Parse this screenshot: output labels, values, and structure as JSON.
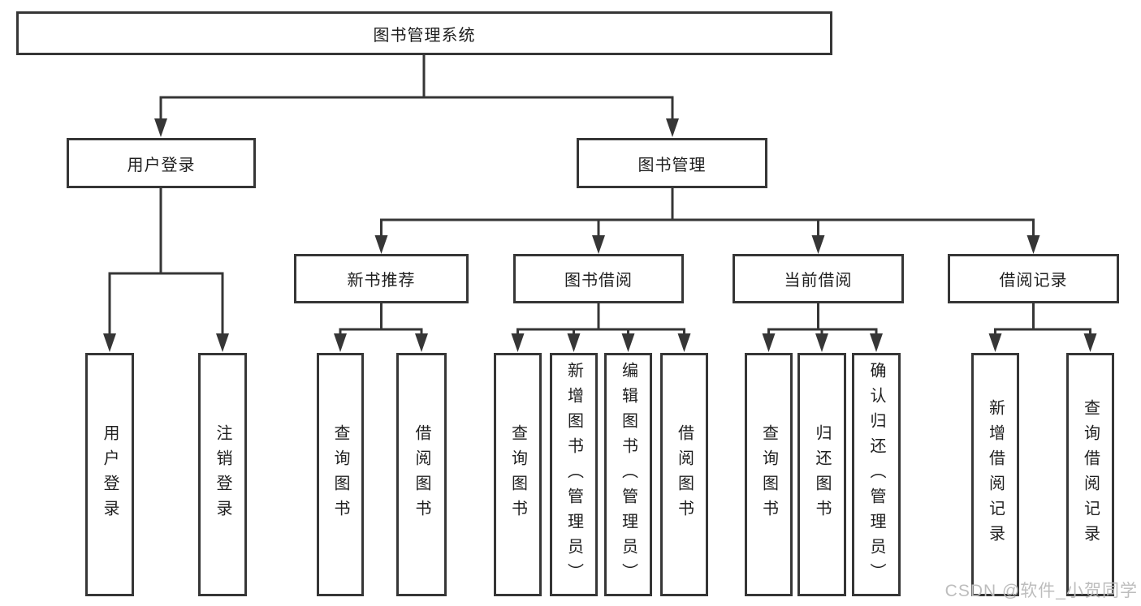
{
  "diagram": {
    "watermark": "CSDN @软件_小贺同学",
    "colors": {
      "line": "#363636",
      "border": "#363636",
      "text": "#1f1f1f",
      "watermark": "#bdbdbd",
      "background": "#ffffff"
    },
    "tree": {
      "root": {
        "label": "图书管理系统",
        "children": [
          {
            "label": "用户登录",
            "children": [
              {
                "label": "用户登录"
              },
              {
                "label": "注销登录"
              }
            ]
          },
          {
            "label": "图书管理",
            "children": [
              {
                "label": "新书推荐",
                "children": [
                  {
                    "label": "查询图书"
                  },
                  {
                    "label": "借阅图书"
                  }
                ]
              },
              {
                "label": "图书借阅",
                "children": [
                  {
                    "label": "查询图书"
                  },
                  {
                    "label": "新增图书（管理员）"
                  },
                  {
                    "label": "编辑图书（管理员）"
                  },
                  {
                    "label": "借阅图书"
                  }
                ]
              },
              {
                "label": "当前借阅",
                "children": [
                  {
                    "label": "查询图书"
                  },
                  {
                    "label": "归还图书"
                  },
                  {
                    "label": "确认归还（管理员）"
                  }
                ]
              },
              {
                "label": "借阅记录",
                "children": [
                  {
                    "label": "新增借阅记录"
                  },
                  {
                    "label": "查询借阅记录"
                  }
                ]
              }
            ]
          }
        ]
      }
    }
  }
}
